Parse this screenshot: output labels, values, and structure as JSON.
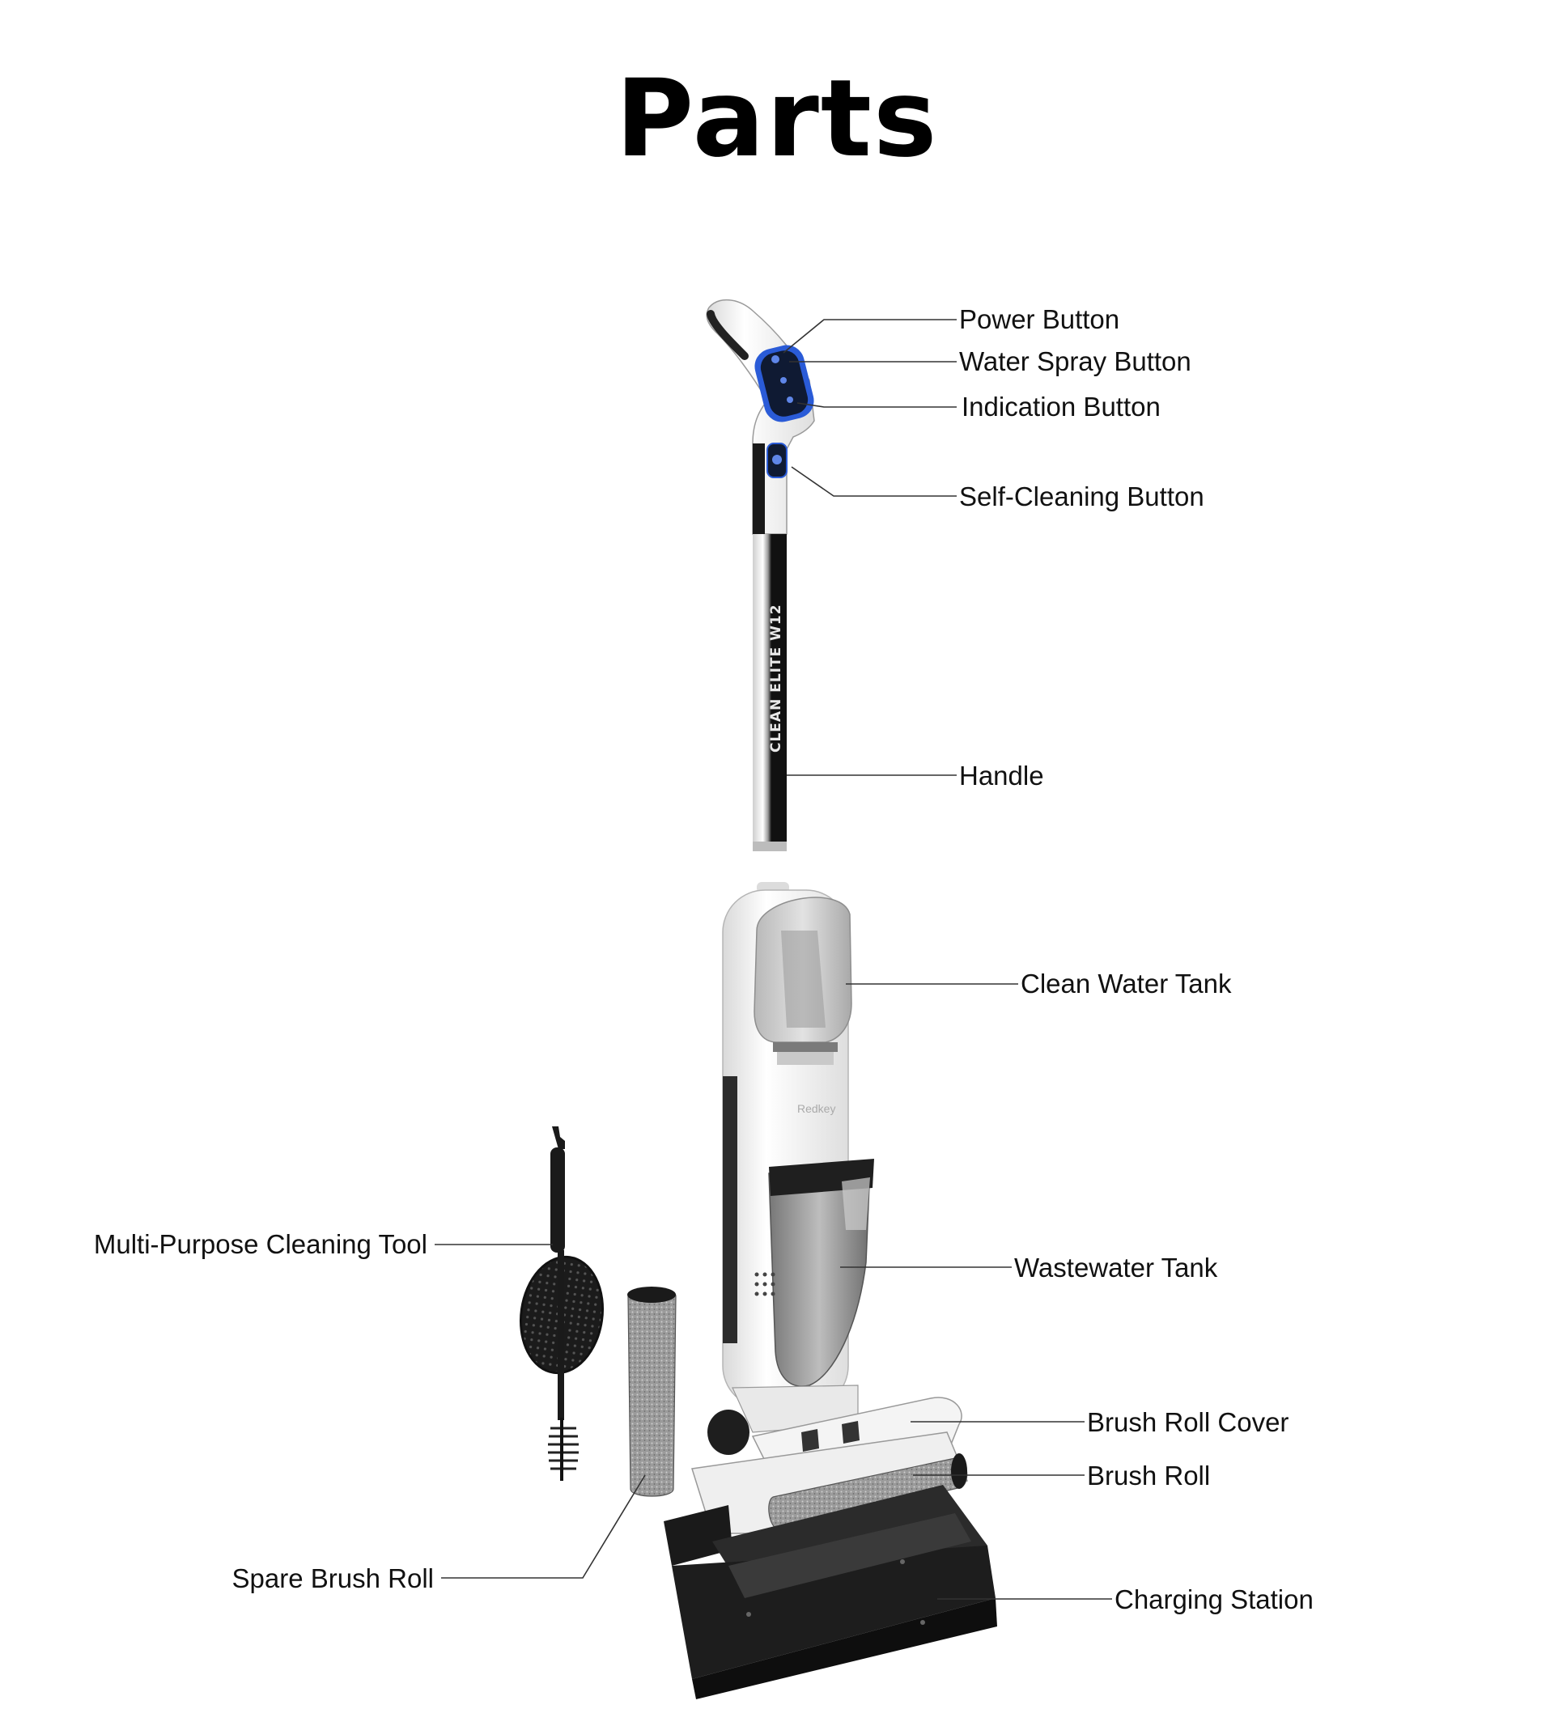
{
  "title": "Parts",
  "product": {
    "model_engraving": "CLEAN ELITE W12",
    "brand_mark": "Redkey"
  },
  "labels": {
    "power_button": "Power Button",
    "water_spray_button": "Water Spray Button",
    "indication_button": "Indication Button",
    "self_cleaning_button": "Self-Cleaning Button",
    "handle": "Handle",
    "clean_water_tank": "Clean Water Tank",
    "wastewater_tank": "Wastewater Tank",
    "multi_purpose_cleaning_tool": "Multi-Purpose Cleaning Tool",
    "brush_roll_cover": "Brush Roll Cover",
    "brush_roll": "Brush Roll",
    "spare_brush_roll": "Spare Brush Roll",
    "charging_station": "Charging Station"
  },
  "colors": {
    "accent_blue": "#2a5bd7",
    "body_white": "#f2f2f2",
    "body_black": "#1a1a1a",
    "brush_gray": "#9a9a9a"
  }
}
